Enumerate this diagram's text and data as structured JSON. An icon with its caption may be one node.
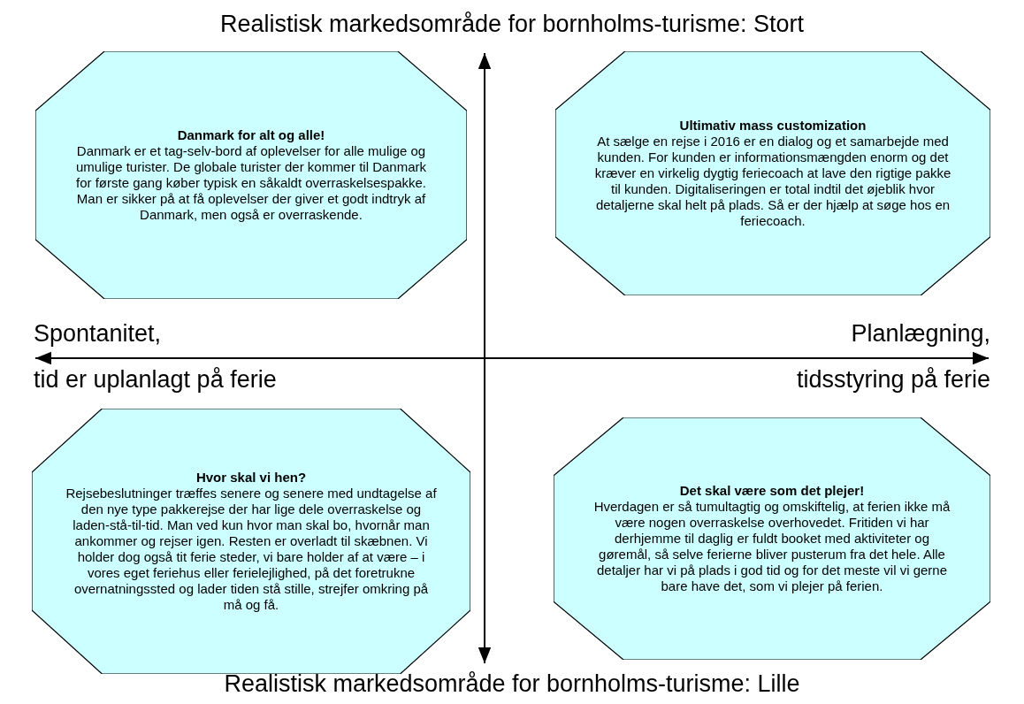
{
  "diagram": {
    "nodes": [
      {
        "text": [
          "Danmark for alt og alle!",
          "Danmark er et tag-selv-bord af oplevelser for alle mulige og umulige turister. De globale turister der kommer til Danmark for første gang køber typisk en såkaldt overraskelsespakke. Man er sikker på at få oplevelser der giver et godt indtryk af Danmark, men også er overraskende."
        ]
      },
      {
        "text": [
          "Ultimativ mass customization",
          "At sælge en rejse i 2016 er en dialog og et samarbejde med kunden. For kunden er informationsmængden enorm og det kræver en virkelig dygtig feriecoach at lave den rigtige pakke til kunden. Digitaliseringen er total indtil det øjeblik hvor detaljerne skal helt på plads. Så er der hjælp at søge hos en feriecoach."
        ]
      },
      {
        "text": [
          "Hvor skal vi hen?",
          "Rejsebeslutninger træffes senere og senere med undtagelse af den nye type pakkerejse der har lige dele overraskelse og laden-stå-til-tid. Man ved kun hvor man skal bo, hvornår man ankommer og rejser igen. Resten er overladt til skæbnen. Vi holder dog også tit ferie steder, vi bare holder af at være – i vores eget feriehus eller ferielejlighed, på det foretrukne overnatningssted og lader tiden stå stille, strejfer omkring på må og få."
        ]
      },
      {
        "text": [
          "Det skal være som det plejer!",
          "Hverdagen er så tumultagtig og omskiftelig, at ferien ikke må være nogen overraskelse overhovedet. Fritiden vi har derhjemme til daglig er fuldt booket med aktiviteter og gøremål, så selve ferierne bliver pusterum fra det hele. Alle detaljer har vi på plads i god tid og for det meste vil vi gerne bare have det, som vi plejer på ferien."
        ]
      }
    ],
    "edges": [],
    "labels": [
      "Realistisk markedsområde for bornholms-turisme: Stort",
      "Spontanitet,",
      "Planlægning,",
      "tid er uplanlagt på ferie",
      "tidsstyring på ferie",
      "Realistisk markedsområde for bornholms-turisme: Lille"
    ]
  }
}
